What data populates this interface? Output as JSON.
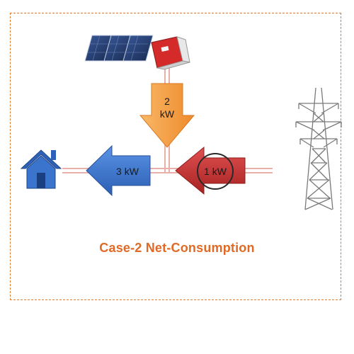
{
  "title": "Case-2  Net-Consumption",
  "arrows": {
    "solar": {
      "value": "2",
      "unit": "kW"
    },
    "house": {
      "label": "3 kW"
    },
    "grid": {
      "label": "1 kW"
    }
  },
  "colors": {
    "frame_border": "#e07a2e",
    "caption": "#e06a25",
    "solar_arrow": "#f6a04a",
    "house_arrow": "#3b74cc",
    "grid_arrow": "#c62f2f",
    "house_icon": "#2e62b8",
    "wires": "#e8b0a8"
  },
  "icons": [
    "solar-panel-icon",
    "inverter-icon",
    "house-icon",
    "transmission-tower-icon"
  ]
}
